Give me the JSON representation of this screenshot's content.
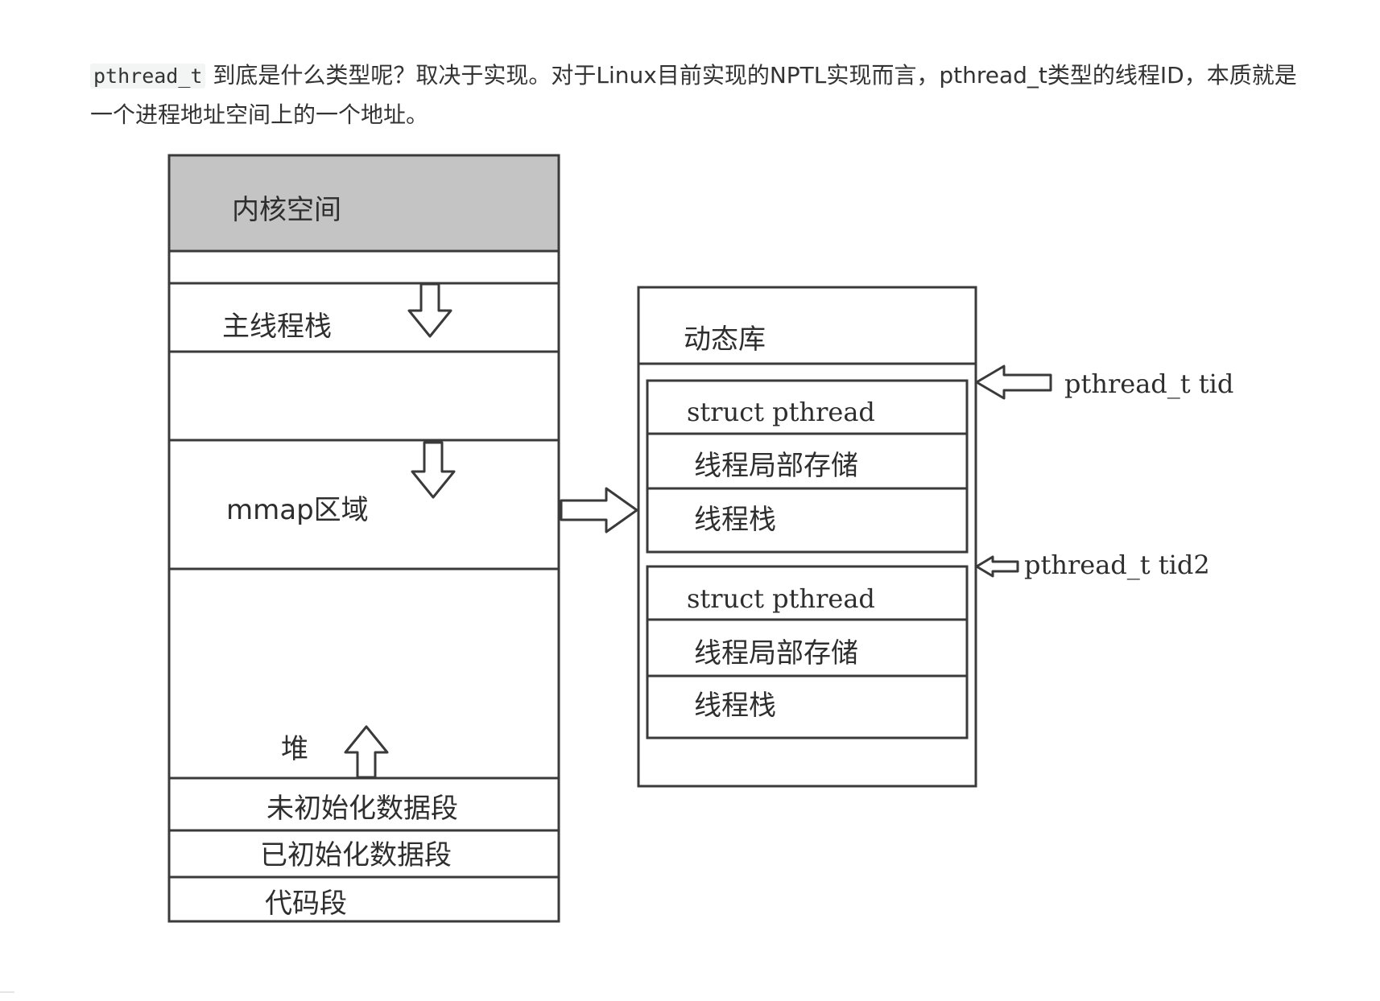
{
  "paragraph": {
    "code": "pthread_t",
    "text": "到底是什么类型呢？取决于实现。对于Linux目前实现的NPTL实现而言，pthread_t类型的线程ID，本质就是一个进程地址空间上的一个地址。"
  },
  "left_box": {
    "kernel": "内核空间",
    "main_stack": "主线程栈",
    "mmap": "mmap区域",
    "heap": "堆",
    "bss": "未初始化数据段",
    "data": "已初始化数据段",
    "text": "代码段"
  },
  "right_box": {
    "title": "动态库",
    "blocks": [
      {
        "struct": "struct pthread",
        "tls": "线程局部存储",
        "stack": "线程栈"
      },
      {
        "struct": "struct pthread",
        "tls": "线程局部存储",
        "stack": "线程栈"
      }
    ]
  },
  "pointers": {
    "tid": "pthread_t tid",
    "tid2": "pthread_t tid2"
  },
  "colors": {
    "kernel_fill": "#c4c4c4",
    "line": "#3a3a3a",
    "code_bg": "#f3f4f4"
  },
  "icons": {
    "down_arrow": "hollow-down-arrow",
    "up_arrow": "hollow-up-arrow",
    "right_arrow": "hollow-right-arrow",
    "left_arrow": "hollow-left-arrow"
  }
}
